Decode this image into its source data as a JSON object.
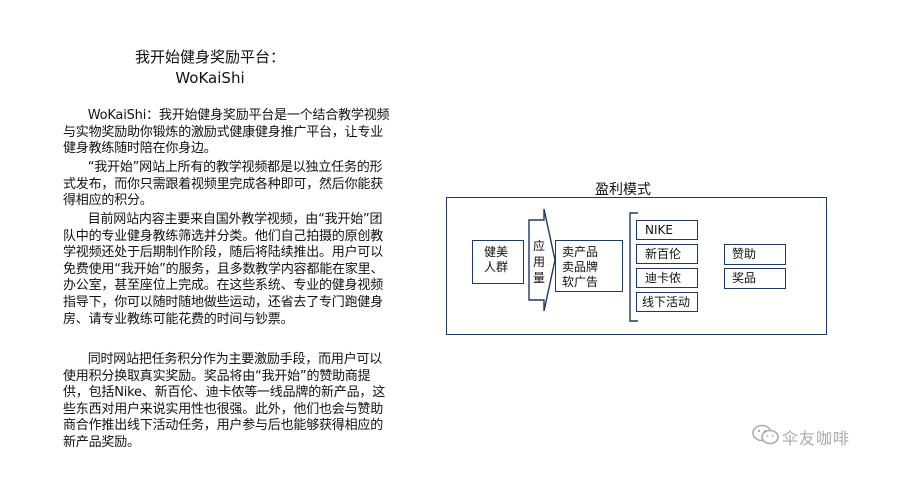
{
  "document": {
    "title_line1": "我开始健身奖励平台：",
    "title_line2": "WoKaiShi",
    "paragraphs": [
      "WoKaiShi：我开始健身奖励平台是一个结合教学视频与实物奖励助你锻炼的激励式健康健身推广平台，让专业健身教练随时陪在你身边。",
      "“我开始”网站上所有的教学视频都是以独立任务的形式发布，而你只需跟着视频里完成各种即可，然后你能获得相应的积分。",
      "目前网站内容主要来自国外教学视频，由“我开始”团队中的专业健身教练筛选并分类。他们自己拍摄的原创教学视频还处于后期制作阶段，随后将陆续推出。用户可以免费使用“我开始”的服务，且多数教学内容都能在家里、办公室，甚至座位上完成。在这些系统、专业的健身视频指导下，你可以随时随地做些运动，还省去了专门跑健身房、请专业教练可能花费的时间与钞票。",
      "同时网站把任务积分作为主要激励手段，而用户可以使用积分换取真实奖励。奖品将由“我开始”的赞助商提供，包括Nike、新百伦、迪卡侬等一线品牌的新产品，这些东西对用户来说实用性也很强。此外，他们也会与赞助商合作推出线下活动任务，用户参与后也能够获得相应的新产品奖励。"
    ]
  },
  "diagram": {
    "title": "盈利模式",
    "crowd_line1": "健美",
    "crowd_line2": "人群",
    "arrow_label": [
      "应",
      "用",
      "量"
    ],
    "products_line1": "卖产品",
    "products_line2": "卖品牌",
    "products_line3": "软广告",
    "brands": [
      "NIKE",
      "新百伦",
      "迪卡侬",
      "线下活动"
    ],
    "rewards": [
      "赞助",
      "奖品"
    ],
    "colors": {
      "frame": "#1f3864"
    }
  },
  "watermark": {
    "text": "伞友咖啡",
    "icon": "wechat-icon",
    "color": "#aaaaaa"
  }
}
